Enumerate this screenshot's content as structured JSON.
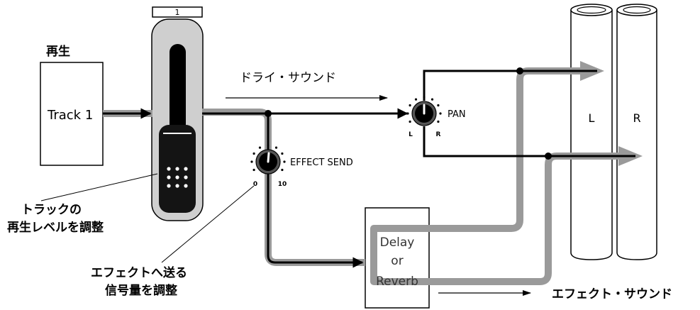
{
  "playback_label": "再生",
  "track_box": {
    "label": "Track 1"
  },
  "fader": {
    "channel_label": "1",
    "caption_lines": [
      "トラックの",
      "再生レベルを調整"
    ]
  },
  "dry_sound": {
    "label": "ドライ・サウンド"
  },
  "pan_knob": {
    "label": "PAN",
    "left_label": "L",
    "right_label": "R"
  },
  "effect_send_knob": {
    "label": "EFFECT SEND",
    "min_label": "0",
    "max_label": "10",
    "caption_lines": [
      "エフェクトへ送る",
      "信号量を調整"
    ]
  },
  "effect_box": {
    "lines": [
      "Delay",
      "or",
      "Reverb"
    ]
  },
  "outputs": {
    "left_label": "L",
    "right_label": "R"
  },
  "effect_sound": {
    "label": "エフェクト・サウンド"
  },
  "colors": {
    "signal_gray": "#9a9a9a",
    "fader_body": "#cfcfcf",
    "fader_cap": "#141414",
    "knob_ring": "#555555"
  }
}
